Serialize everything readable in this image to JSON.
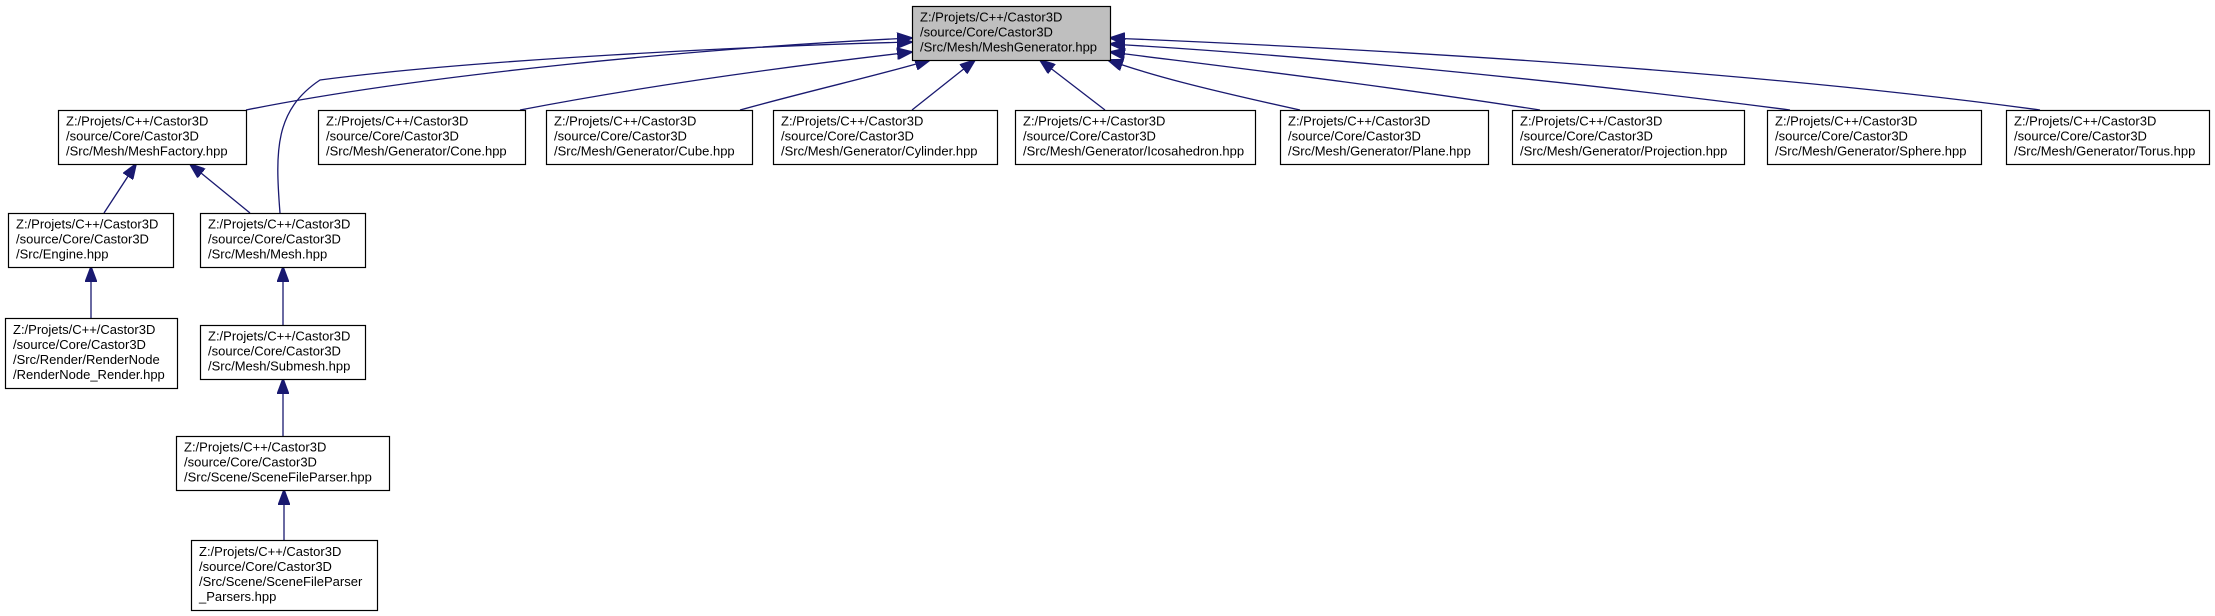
{
  "diagram": {
    "type": "include-dependency-graph",
    "colors": {
      "edge": "#191970",
      "node_border": "#000000",
      "node_fill": "#ffffff",
      "root_fill": "#bfbfbf"
    },
    "nodes": [
      {
        "id": "meshgenerator",
        "root": true,
        "lines": [
          "Z:/Projets/C++/Castor3D",
          "/source/Core/Castor3D",
          "/Src/Mesh/MeshGenerator.hpp"
        ]
      },
      {
        "id": "meshfactory",
        "lines": [
          "Z:/Projets/C++/Castor3D",
          "/source/Core/Castor3D",
          "/Src/Mesh/MeshFactory.hpp"
        ]
      },
      {
        "id": "cone",
        "lines": [
          "Z:/Projets/C++/Castor3D",
          "/source/Core/Castor3D",
          "/Src/Mesh/Generator/Cone.hpp"
        ]
      },
      {
        "id": "cube",
        "lines": [
          "Z:/Projets/C++/Castor3D",
          "/source/Core/Castor3D",
          "/Src/Mesh/Generator/Cube.hpp"
        ]
      },
      {
        "id": "cylinder",
        "lines": [
          "Z:/Projets/C++/Castor3D",
          "/source/Core/Castor3D",
          "/Src/Mesh/Generator/Cylinder.hpp"
        ]
      },
      {
        "id": "icosahedron",
        "lines": [
          "Z:/Projets/C++/Castor3D",
          "/source/Core/Castor3D",
          "/Src/Mesh/Generator/Icosahedron.hpp"
        ]
      },
      {
        "id": "plane",
        "lines": [
          "Z:/Projets/C++/Castor3D",
          "/source/Core/Castor3D",
          "/Src/Mesh/Generator/Plane.hpp"
        ]
      },
      {
        "id": "projection",
        "lines": [
          "Z:/Projets/C++/Castor3D",
          "/source/Core/Castor3D",
          "/Src/Mesh/Generator/Projection.hpp"
        ]
      },
      {
        "id": "sphere",
        "lines": [
          "Z:/Projets/C++/Castor3D",
          "/source/Core/Castor3D",
          "/Src/Mesh/Generator/Sphere.hpp"
        ]
      },
      {
        "id": "torus",
        "lines": [
          "Z:/Projets/C++/Castor3D",
          "/source/Core/Castor3D",
          "/Src/Mesh/Generator/Torus.hpp"
        ]
      },
      {
        "id": "engine",
        "lines": [
          "Z:/Projets/C++/Castor3D",
          "/source/Core/Castor3D",
          "/Src/Engine.hpp"
        ]
      },
      {
        "id": "mesh",
        "lines": [
          "Z:/Projets/C++/Castor3D",
          "/source/Core/Castor3D",
          "/Src/Mesh/Mesh.hpp"
        ]
      },
      {
        "id": "rendernode",
        "lines": [
          "Z:/Projets/C++/Castor3D",
          "/source/Core/Castor3D",
          "/Src/Render/RenderNode",
          "/RenderNode_Render.hpp"
        ]
      },
      {
        "id": "submesh",
        "lines": [
          "Z:/Projets/C++/Castor3D",
          "/source/Core/Castor3D",
          "/Src/Mesh/Submesh.hpp"
        ]
      },
      {
        "id": "scenefileparser",
        "lines": [
          "Z:/Projets/C++/Castor3D",
          "/source/Core/Castor3D",
          "/Src/Scene/SceneFileParser.hpp"
        ]
      },
      {
        "id": "parsers",
        "lines": [
          "Z:/Projets/C++/Castor3D",
          "/source/Core/Castor3D",
          "/Src/Scene/SceneFileParser",
          "_Parsers.hpp"
        ]
      }
    ],
    "edges": [
      {
        "from": "meshfactory",
        "to": "meshgenerator"
      },
      {
        "from": "mesh",
        "to": "meshgenerator"
      },
      {
        "from": "cone",
        "to": "meshgenerator"
      },
      {
        "from": "cube",
        "to": "meshgenerator"
      },
      {
        "from": "cylinder",
        "to": "meshgenerator"
      },
      {
        "from": "icosahedron",
        "to": "meshgenerator"
      },
      {
        "from": "plane",
        "to": "meshgenerator"
      },
      {
        "from": "projection",
        "to": "meshgenerator"
      },
      {
        "from": "sphere",
        "to": "meshgenerator"
      },
      {
        "from": "torus",
        "to": "meshgenerator"
      },
      {
        "from": "engine",
        "to": "meshfactory"
      },
      {
        "from": "mesh",
        "to": "meshfactory"
      },
      {
        "from": "rendernode",
        "to": "engine"
      },
      {
        "from": "submesh",
        "to": "mesh"
      },
      {
        "from": "scenefileparser",
        "to": "submesh"
      },
      {
        "from": "parsers",
        "to": "scenefileparser"
      }
    ]
  }
}
